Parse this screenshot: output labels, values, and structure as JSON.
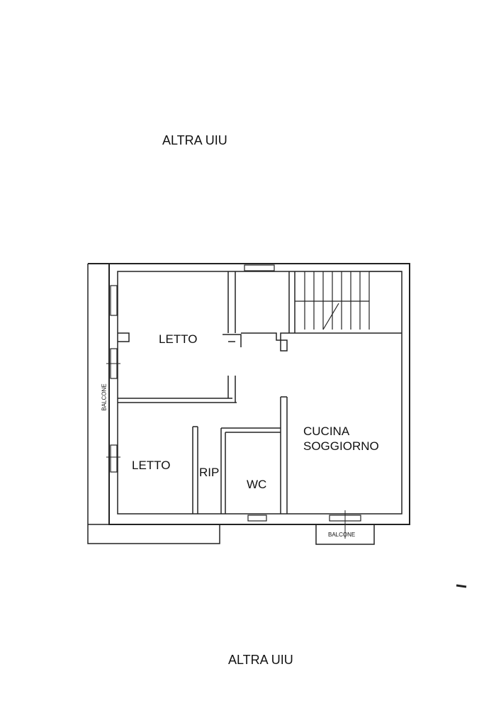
{
  "notes": {
    "top": "ALTRA UIU",
    "bottom": "ALTRA UIU"
  },
  "rooms": {
    "bedroom_1": "LETTO",
    "bedroom_2": "LETTO",
    "closet": "RIP",
    "bathroom": "WC",
    "kitchen_line_1": "CUCINA",
    "kitchen_line_2": "SOGGIORNO"
  },
  "balconies": {
    "side": "BALCONE",
    "bottom": "BALCONE"
  },
  "colors": {
    "wall": "#222222",
    "background": "#ffffff"
  }
}
